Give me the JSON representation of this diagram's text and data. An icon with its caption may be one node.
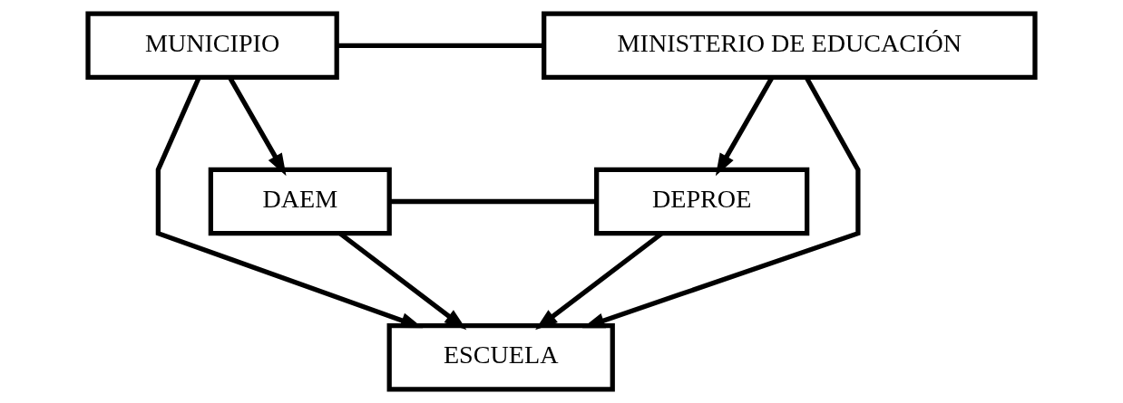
{
  "diagram": {
    "nodes": [
      {
        "text": [
          "MUNICIPIO"
        ]
      },
      {
        "text": [
          "MINISTERIO DE EDUCACIÓN"
        ]
      },
      {
        "text": [
          "DAEM"
        ]
      },
      {
        "text": [
          "DEPROE"
        ]
      },
      {
        "text": [
          "ESCUELA"
        ]
      }
    ],
    "edges": [
      {
        "from": 0,
        "to": 1,
        "arrow": "none"
      },
      {
        "from": 0,
        "to": 2,
        "arrow": "to"
      },
      {
        "from": 1,
        "to": 3,
        "arrow": "to"
      },
      {
        "from": 2,
        "to": 3,
        "arrow": "none"
      },
      {
        "from": 2,
        "to": 4,
        "arrow": "to"
      },
      {
        "from": 3,
        "to": 4,
        "arrow": "to"
      },
      {
        "from": 0,
        "to": 4,
        "arrow": "to"
      },
      {
        "from": 1,
        "to": 4,
        "arrow": "to"
      }
    ]
  }
}
